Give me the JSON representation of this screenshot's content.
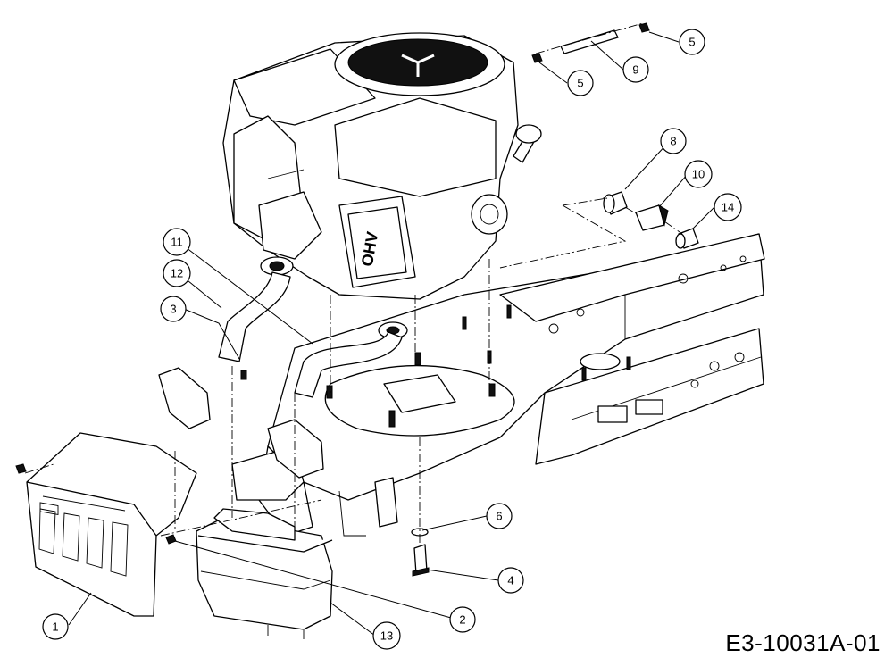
{
  "drawing_id": "E3-10031A-01",
  "engine_badge": "OHV",
  "callouts": [
    {
      "id": "c1",
      "label": "1"
    },
    {
      "id": "c2",
      "label": "2"
    },
    {
      "id": "c3",
      "label": "3"
    },
    {
      "id": "c4",
      "label": "4"
    },
    {
      "id": "c5a",
      "label": "5"
    },
    {
      "id": "c5b",
      "label": "5"
    },
    {
      "id": "c6",
      "label": "6"
    },
    {
      "id": "c8",
      "label": "8"
    },
    {
      "id": "c9",
      "label": "9"
    },
    {
      "id": "c10",
      "label": "10"
    },
    {
      "id": "c11",
      "label": "11"
    },
    {
      "id": "c12",
      "label": "12"
    },
    {
      "id": "c13",
      "label": "13"
    },
    {
      "id": "c14",
      "label": "14"
    }
  ]
}
